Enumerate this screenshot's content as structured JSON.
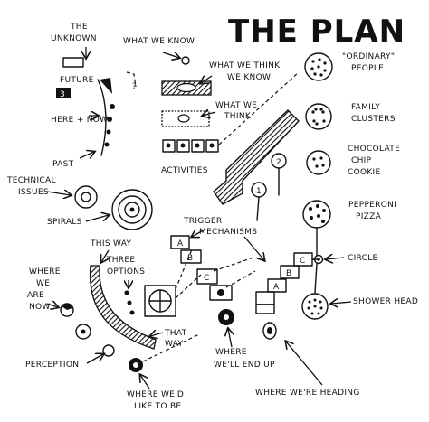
{
  "title": "THE PLAN",
  "labels": {
    "unknown": [
      "THE",
      "UNKNOWN"
    ],
    "what_we_know": "WHAT WE KNOW",
    "what_we_think_we_know": [
      "WHAT WE THINK",
      "WE KNOW"
    ],
    "what_we_think": [
      "WHAT WE",
      "THINK"
    ],
    "activities": "ACTIVITIES",
    "future": "FUTURE",
    "here_now": "HERE + NOW",
    "past": "PAST",
    "question_mark": "?",
    "technical_issues": [
      "TECHNICAL",
      "ISSUES"
    ],
    "spirals": "SPIRALS",
    "this_way": "THIS WAY",
    "three_options": [
      "THREE",
      "OPTIONS"
    ],
    "where_we_are_now": [
      "WHERE",
      "WE",
      "ARE",
      "NOW"
    ],
    "perception": "PERCEPTION",
    "that_way": [
      "THAT",
      "WAY"
    ],
    "where_wed_like_to_be": [
      "WHERE WE'D",
      "LIKE TO BE"
    ],
    "where_well_end_up": [
      "WHERE",
      "WE'LL END UP"
    ],
    "where_were_heading": "WHERE WE'RE HEADING",
    "trigger_mechanisms": [
      "TRIGGER",
      "MECHANISMS"
    ],
    "ordinary_people": [
      "\"ORDINARY\"",
      "PEOPLE"
    ],
    "family_clusters": [
      "FAMILY",
      "CLUSTERS"
    ],
    "chocolate_chip_cookie": [
      "CHOCOLATE",
      "CHIP",
      "COOKIE"
    ],
    "pepperoni_pizza": [
      "PEPPERONI",
      "PIZZA"
    ],
    "circle": "CIRCLE",
    "shower_head": "SHOWER HEAD"
  },
  "blocks": {
    "left": [
      "A",
      "B",
      "C"
    ],
    "right": [
      "A",
      "B",
      "C"
    ]
  },
  "markers": {
    "one": "1",
    "two": "2",
    "three": "3"
  }
}
